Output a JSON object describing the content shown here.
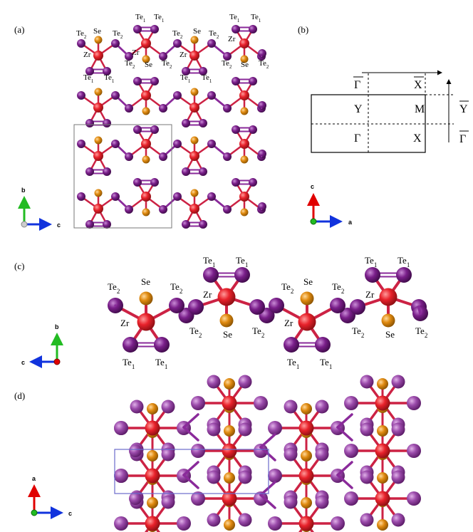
{
  "panels": {
    "a": "(a)",
    "b": "(b)",
    "c": "(c)",
    "d": "(d)"
  },
  "atoms": {
    "zr": "Zr",
    "se": "Se",
    "te1_base": "Te",
    "te1_sub": "1",
    "te2_base": "Te",
    "te2_sub": "2"
  },
  "axes": {
    "a_vertical": "b",
    "a_horizontal": "c",
    "b_vertical": "c",
    "b_horizontal": "a",
    "c_vertical": "b",
    "c_horizontal": "c",
    "d_vertical": "a",
    "d_horizontal": "c"
  },
  "brillouin": {
    "gamma": "Γ",
    "x": "X",
    "y": "Y",
    "m": "M",
    "gamma_bar": "Γ",
    "x_bar": "X",
    "y_bar": "Y"
  },
  "colors": {
    "zr": "#e8222b",
    "se": "#e08a10",
    "te": "#7a1f8a",
    "axis_red": "#e00000",
    "axis_green": "#22bb22",
    "axis_blue": "#1133dd",
    "cell": "#6a6acc"
  }
}
